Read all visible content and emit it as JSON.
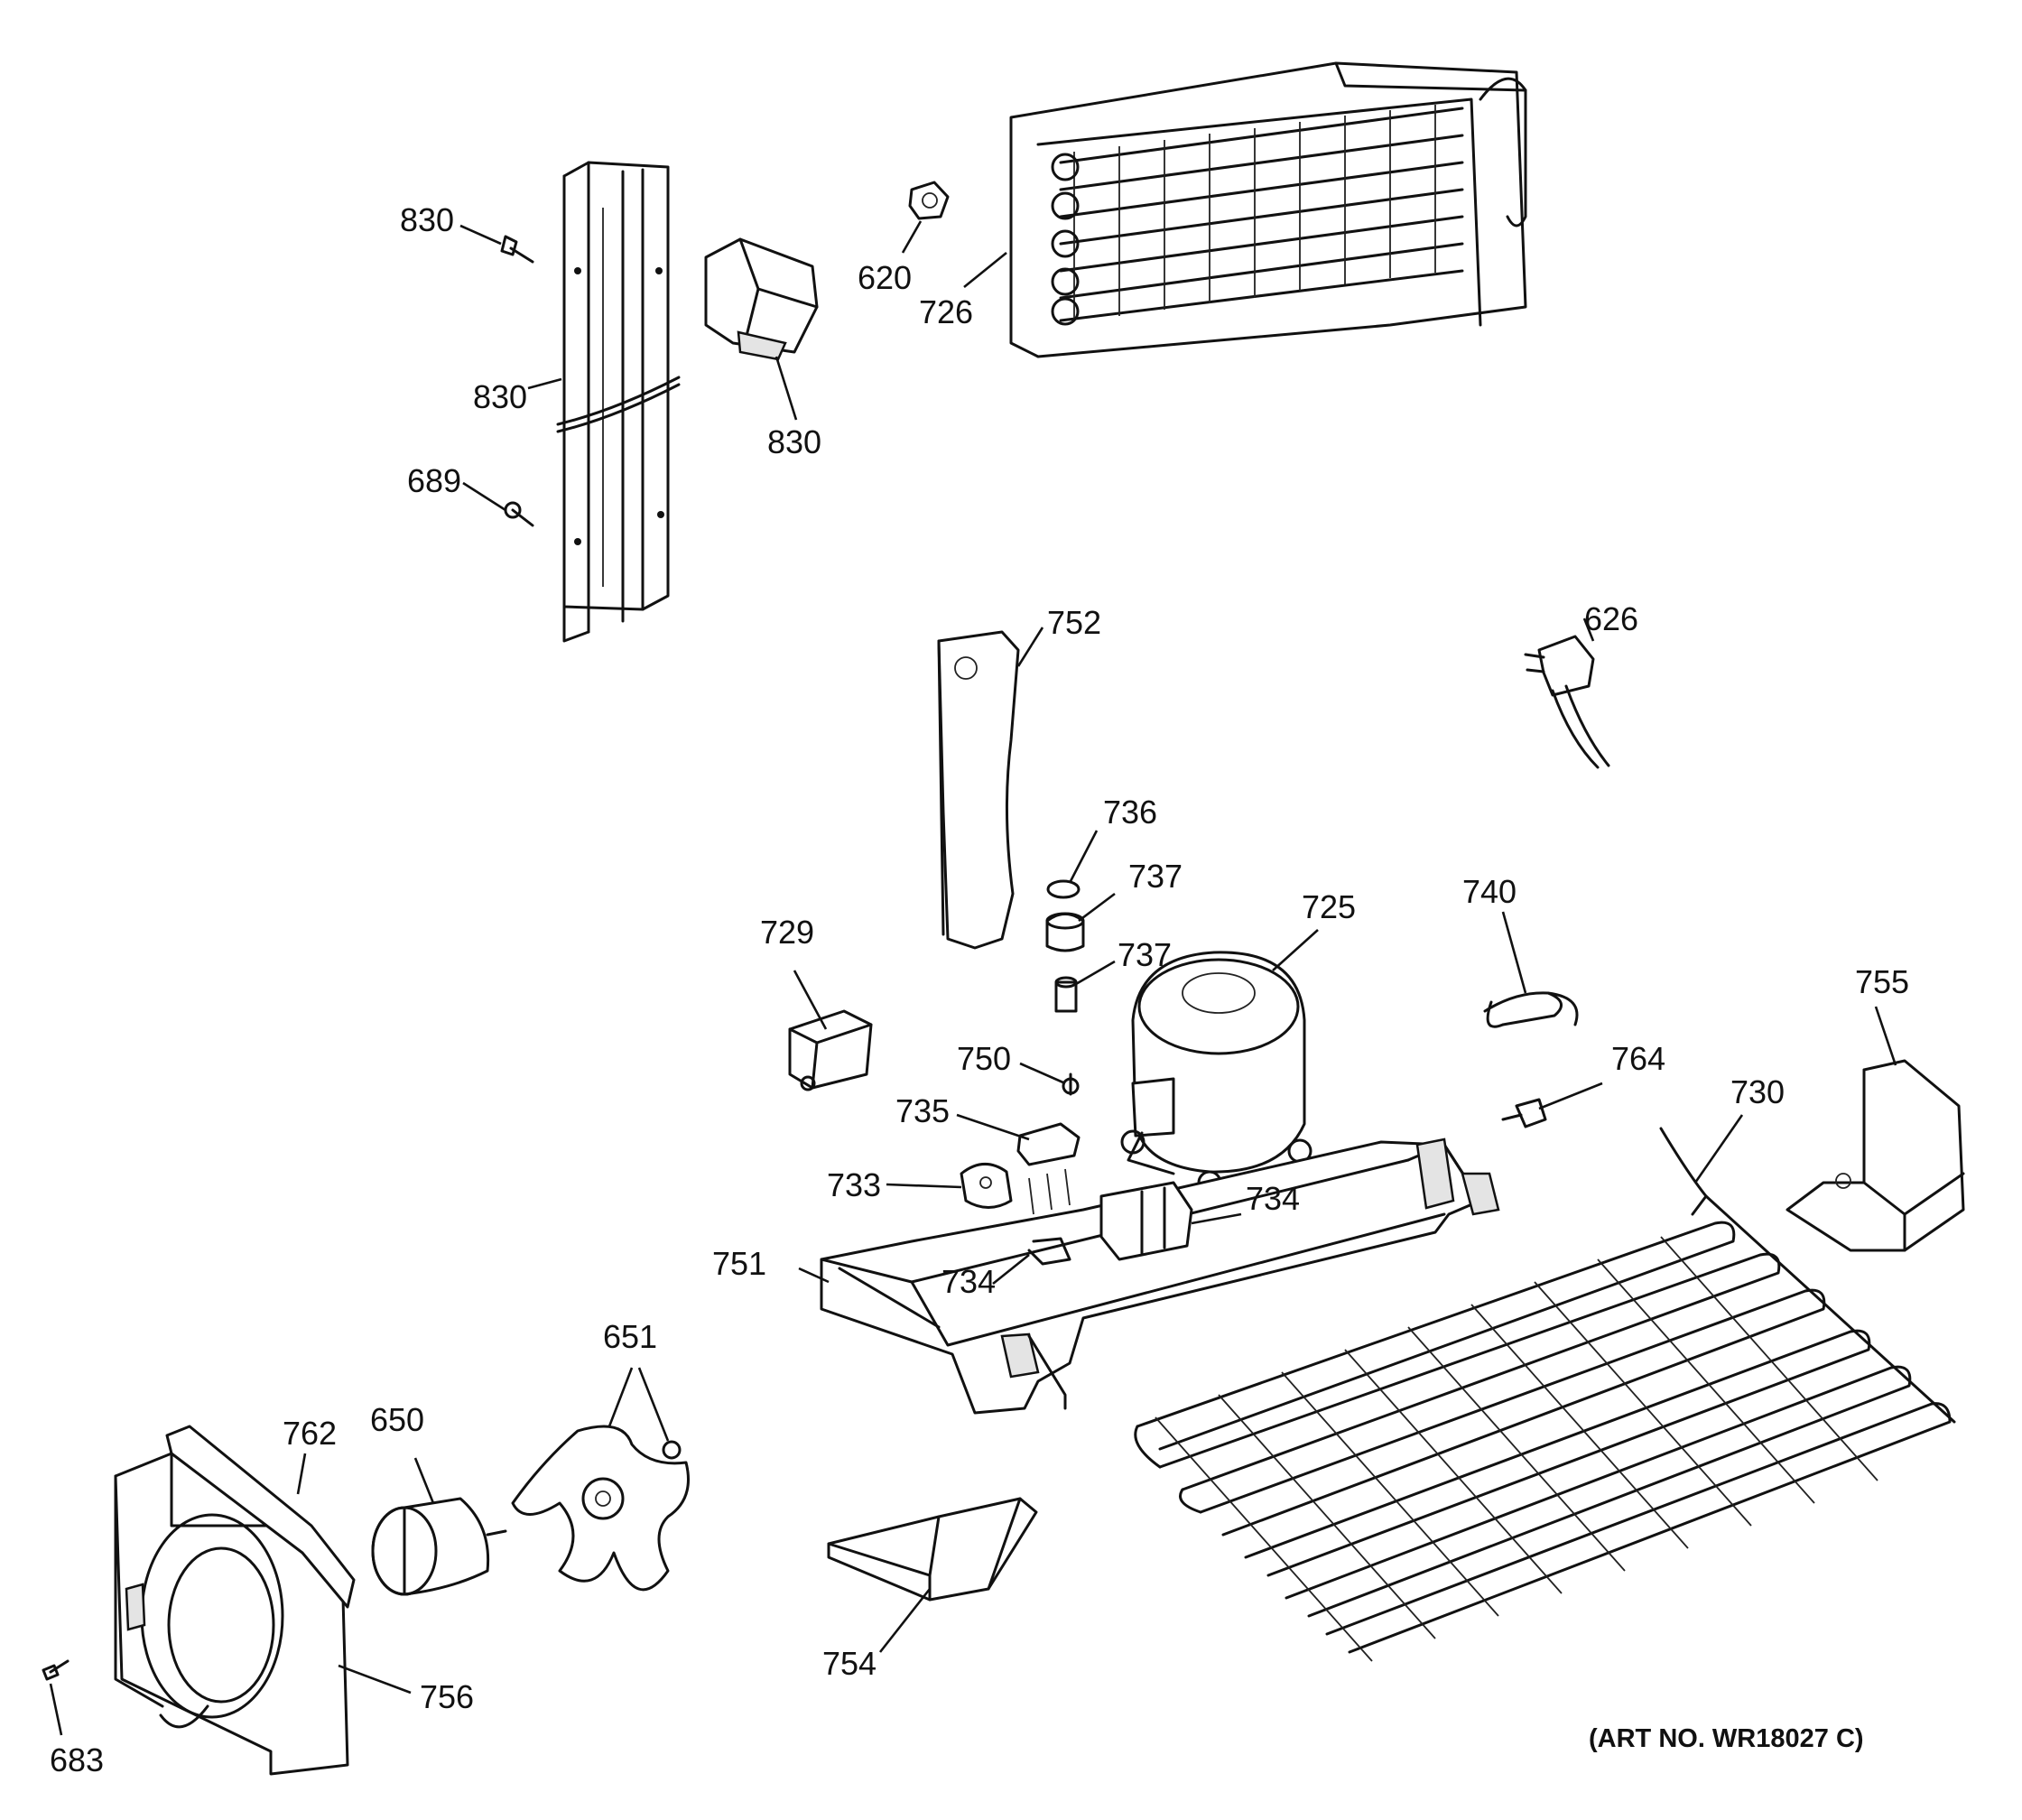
{
  "callouts": [
    "830",
    "830",
    "830",
    "689",
    "620",
    "726",
    "752",
    "626",
    "736",
    "737",
    "737",
    "725",
    "740",
    "729",
    "750",
    "735",
    "733",
    "734",
    "734",
    "751",
    "764",
    "730",
    "755",
    "651",
    "650",
    "762",
    "754",
    "756",
    "683"
  ],
  "art_number": "(ART NO. WR18027 C)"
}
